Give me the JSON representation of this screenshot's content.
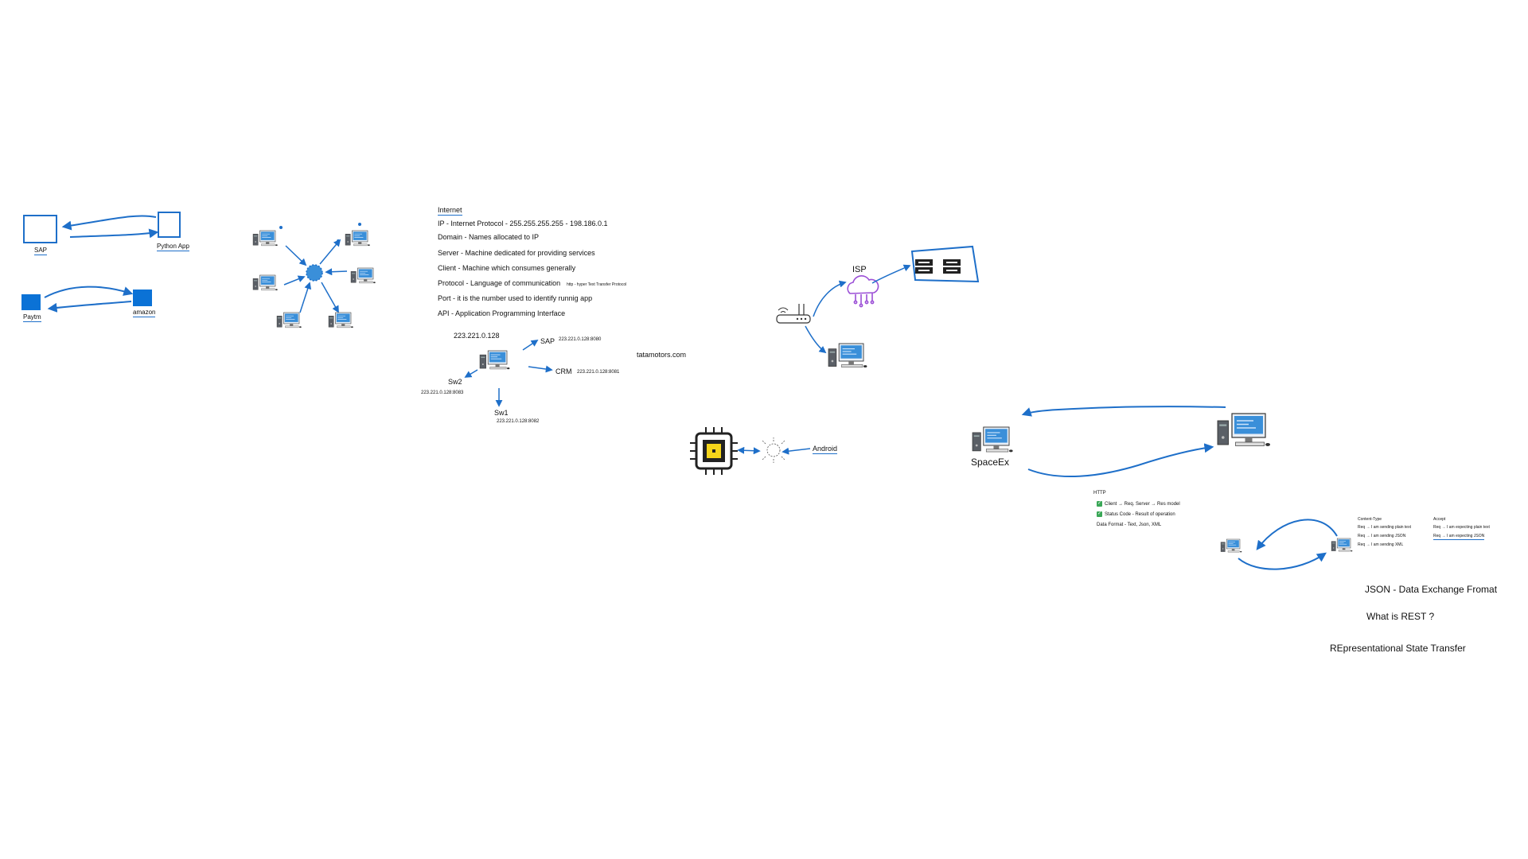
{
  "left_group": {
    "sap_label": "SAP",
    "python_app_label": "Python App",
    "paytm_label": "Paytm",
    "amazon_label": "amazon"
  },
  "internet_notes": {
    "title": "Internet",
    "lines": [
      "IP - Internet Protocol - 255.255.255.255  - 198.186.0.1",
      "Domain - Names allocated to IP",
      "Server - Machine dedicated for providing services",
      "Client - Machine which consumes generally",
      "Protocol - Language of communication",
      "Port - it is the number used to identify runnig app",
      "API - Application Programming Interface"
    ],
    "protocol_note": "http - hyper Text Transfer Protocol"
  },
  "server_ports": {
    "ip": "223.221.0.128",
    "sap": "SAP",
    "sap_addr": "223.221.0.128:8080",
    "crm": "CRM",
    "crm_addr": "223.221.0.128:8081",
    "sw2": "Sw2",
    "sw2_addr": "223.221.0.128:8083",
    "sw1": "Sw1",
    "sw1_addr": "223.221.0.128:8082",
    "domain": "tatamotors.com"
  },
  "network": {
    "isp_label": "ISP"
  },
  "device": {
    "android_label": "Android"
  },
  "spacex": {
    "label": "SpaceEx"
  },
  "http_notes": {
    "title": "HTTP",
    "items": [
      "Client → Req. Server → Res model",
      "Status Code - Result of operation"
    ],
    "data_format": "Data Format - Text, Json, XML"
  },
  "content_type": {
    "header": "Content-Type",
    "rows": [
      "Req → I am sending plain text",
      "Req → I am sending JSON",
      "Req → I am sending XML"
    ]
  },
  "accept": {
    "header": "Accept",
    "rows": [
      "Req → I am expecting plain text",
      "Req → I am expecting JSON"
    ]
  },
  "json_line": "JSON - Data Exchange Fromat",
  "rest_question": "What is REST ?",
  "rest_expansion": "REpresentational State Transfer",
  "colors": {
    "ink": "#1e6fc9",
    "dark_ink": "#111111",
    "square_fill": "#0b72d6",
    "monitor_screen": "#3a8fd9",
    "cpu_yellow": "#f5d51a",
    "cloud_purple": "#9b4fd6"
  }
}
